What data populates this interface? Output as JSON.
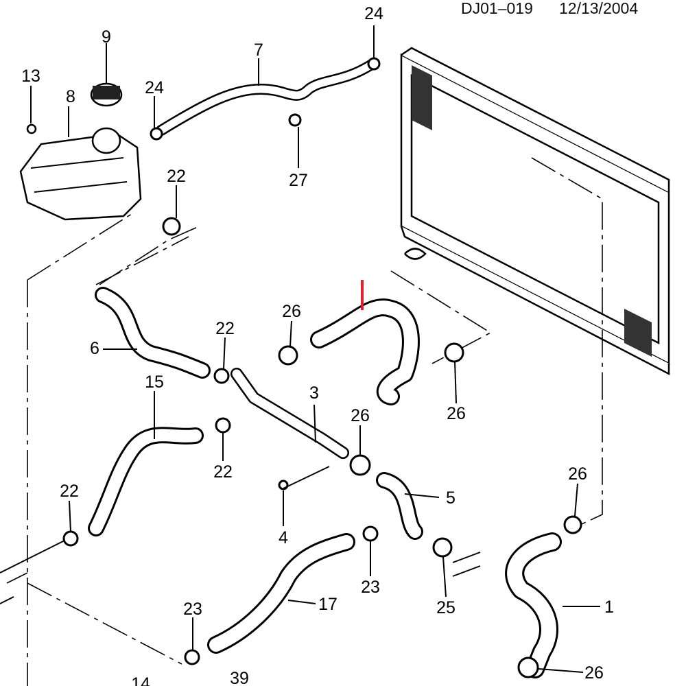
{
  "header": {
    "code": "DJ01–019",
    "date": "12/13/2004"
  },
  "callouts": {
    "c24a": "24",
    "c9": "9",
    "c7": "7",
    "c13": "13",
    "c8": "8",
    "c24b": "24",
    "c27": "27",
    "c22a": "22",
    "c26a": "26",
    "c22b": "22",
    "c6": "6",
    "c15": "15",
    "c3": "3",
    "c26b": "26",
    "c26c": "26",
    "c22c": "22",
    "c22d": "22",
    "c26d": "26",
    "c5": "5",
    "c4": "4",
    "c23a": "23",
    "c17": "17",
    "c25": "25",
    "c1": "1",
    "c23b": "23",
    "c26e": "26",
    "c39": "39",
    "c14": "14"
  },
  "highlight_color": "#e0202a"
}
